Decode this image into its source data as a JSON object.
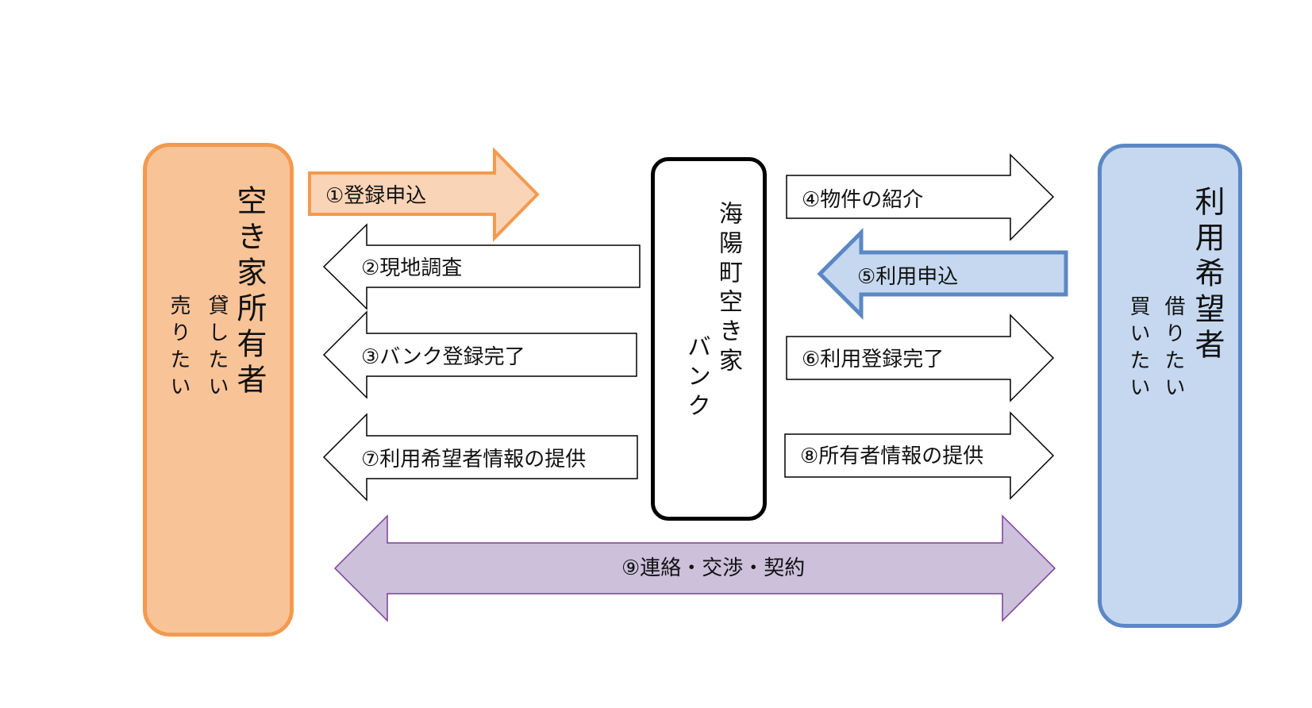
{
  "owner": {
    "title": "空き家所有者",
    "sub1": "貸したい",
    "sub2": "売りたい"
  },
  "bank": {
    "title_line1": "海陽町空き家",
    "title_line2": "バンク"
  },
  "user": {
    "title": "利用希望者",
    "sub1": "借りたい",
    "sub2": "買いたい"
  },
  "arrows": {
    "a1": "①登録申込",
    "a2": "②現地調査",
    "a3": "③バンク登録完了",
    "a4": "④物件の紹介",
    "a5": "⑤利用申込",
    "a6": "⑥利用登録完了",
    "a7": "⑦利用希望者情報の提供",
    "a8": "⑧所有者情報の提供",
    "a9": "⑨連絡・交渉・契約"
  },
  "colors": {
    "owner_fill": "#f9c398",
    "owner_border": "#f39a4f",
    "user_fill": "#c6d8ef",
    "user_border": "#5b88c4",
    "arrow1_fill": "#fad4b6",
    "arrow5_fill": "#c6d8ef",
    "arrow9_fill": "#ccc0db",
    "arrow9_border": "#7d3e9a"
  }
}
